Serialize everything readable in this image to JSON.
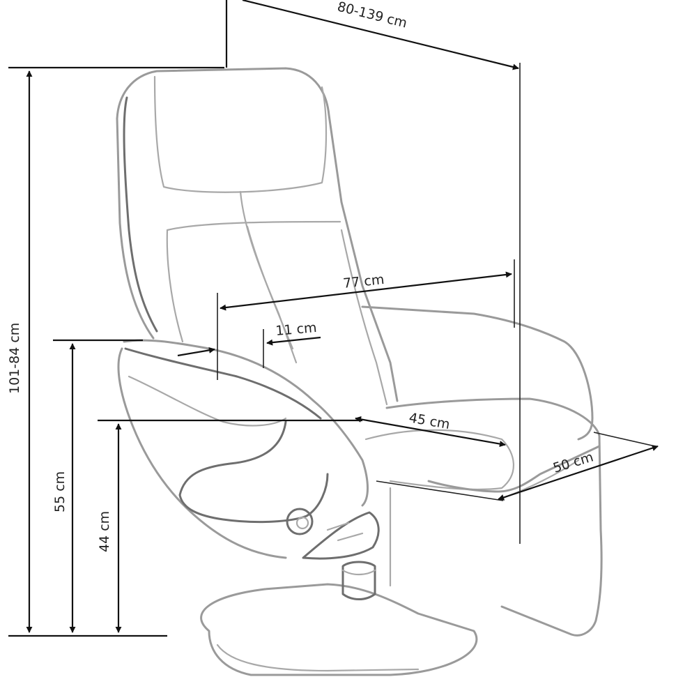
{
  "dimensions": {
    "overall_depth": "80-139 cm",
    "total_height": "101-84 cm",
    "seat_depth_full": "77 cm",
    "armrest_width": "11 cm",
    "armrest_height": "55 cm",
    "seat_height": "44 cm",
    "seat_depth": "45 cm",
    "seat_width": "50 cm"
  },
  "colors": {
    "chair_outline": "#9a9a9a",
    "dimension_line": "#111111",
    "background": "#ffffff"
  }
}
